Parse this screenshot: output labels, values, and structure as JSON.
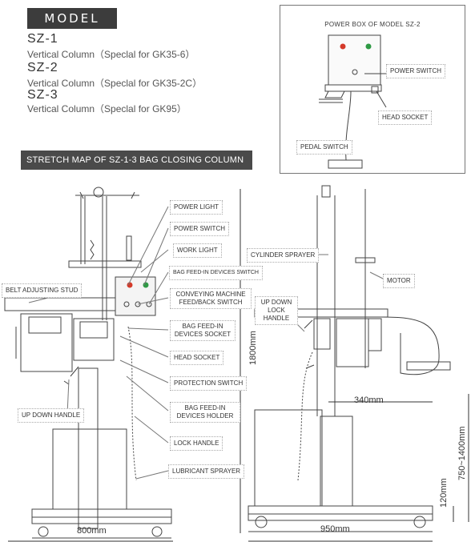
{
  "model_header": {
    "badge": "MODEL"
  },
  "models": [
    {
      "code": "SZ-1",
      "desc": "Vertical Column（Speclal for GK35-6）"
    },
    {
      "code": "SZ-2",
      "desc": "Vertical Column（Speclal for GK35-2C）"
    },
    {
      "code": "SZ-3",
      "desc": "Vertical Column（Speclal for GK95）"
    }
  ],
  "stretch_map": {
    "title": "STRETCH MAP OF  SZ-1-3 BAG CLOSING COLUMN"
  },
  "power_box": {
    "title": "POWER BOX OF MODEL SZ-2",
    "labels": {
      "power_switch": "POWER SWITCH",
      "head_socket": "HEAD SOCKET",
      "pedal_switch": "PEDAL SWITCH"
    }
  },
  "callouts": {
    "power_light": "POWER LIGHT",
    "power_switch": "POWER SWITCH",
    "work_light": "WORK LIGHT",
    "bag_feed_switch": "BAG FEED-IN DEVICES SWITCH",
    "conveying_1": "CONVEYING MACHINE",
    "conveying_2": "FEED/BACK SWITCH",
    "bag_socket_1": "BAG FEED-IN",
    "bag_socket_2": "DEVICES SOCKET",
    "head_socket": "HEAD SOCKET",
    "protection_switch": "PROTECTION SWITCH",
    "bag_holder_1": "BAG FEED-IN",
    "bag_holder_2": "DEVICES HOLDER",
    "lock_handle": "LOCK HANDLE",
    "lubricant_sprayer": "LUBRICANT SPRAYER",
    "belt_adjusting_stud": "BELT ADJUSTING STUD",
    "up_down_handle": "UP DOWN HANDLE",
    "cylinder_sprayer": "CYLINDER SPRAYER",
    "motor": "MOTOR",
    "up_down_lock_1": "UP DOWN",
    "up_down_lock_2": "LOCK HANDLE"
  },
  "dimensions": {
    "width_left": "800mm",
    "width_right": "950mm",
    "height": "1800mm",
    "reach": "340mm",
    "height_range": "750~1400mm",
    "base": "120mm"
  },
  "colors": {
    "badge_bg": "#3c3c3c",
    "stretch_bg": "#4a4a4a",
    "light_red": "#d43a2a",
    "light_green": "#2f9a45"
  }
}
